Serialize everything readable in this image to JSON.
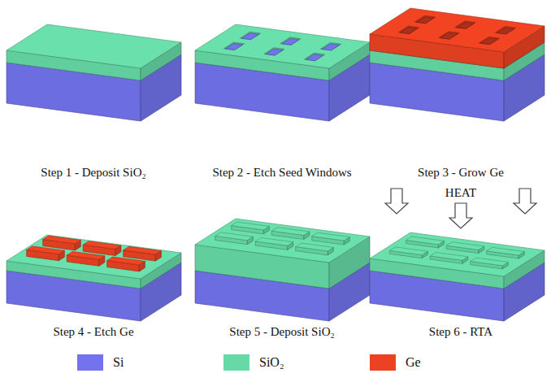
{
  "diagram": {
    "labels": [
      "Step 1 - Deposit SiO₂",
      "Step 2 - Etch Seed Windows",
      "Step 3 - Grow Ge",
      "HEAT",
      "Step 4 - Etch Ge",
      "Step 5 - Deposit SiO₂",
      "Step 6 - RTA"
    ],
    "legend": [
      {
        "text": "Si",
        "color": "#7373ee"
      },
      {
        "text": "SiO₂",
        "color": "#66d9a6"
      },
      {
        "text": "Ge",
        "color": "#ea4222"
      }
    ]
  }
}
